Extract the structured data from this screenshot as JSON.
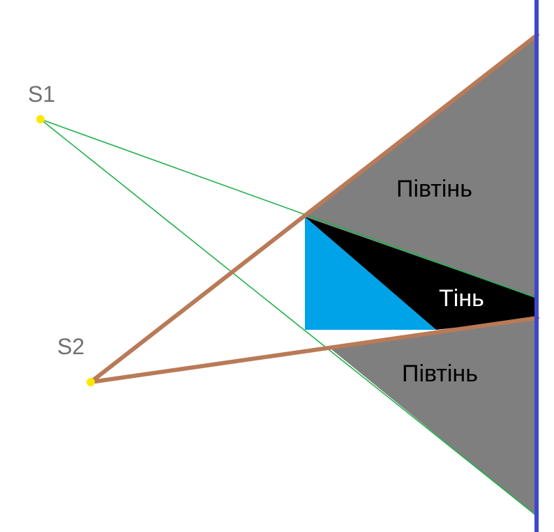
{
  "labels": {
    "source_1": "S1",
    "source_2": "S2",
    "penumbra_top": "Півтінь",
    "umbra": "Тінь",
    "penumbra_bottom": "Півтінь"
  },
  "colors": {
    "screen": "#3f48cc",
    "penumbra": "#7f7f7f",
    "umbra": "#000000",
    "object": "#00a2e8",
    "ray_s1": "#22b14c",
    "ray_s2": "#b97a57",
    "source": "#ffe800",
    "source_label": "#707070"
  }
}
